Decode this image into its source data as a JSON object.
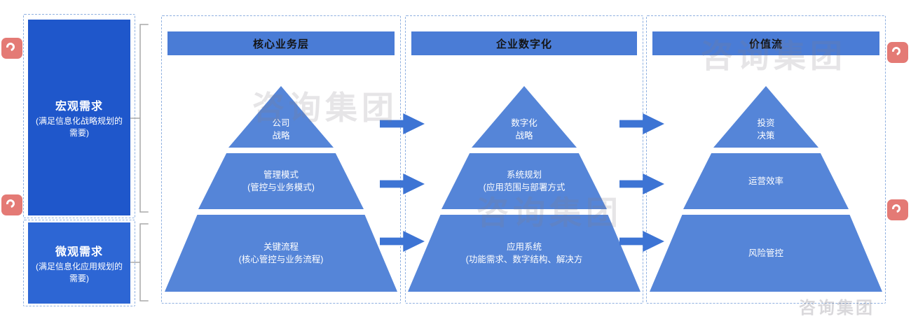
{
  "left_panel": {
    "macro": {
      "title": "宏观需求",
      "subtitle": "(满足信息化战略规划的需要)"
    },
    "micro": {
      "title": "微观需求",
      "subtitle": "(满足信息化应用规划的需要)"
    }
  },
  "columns": [
    {
      "header": "核心业务层",
      "tiers": [
        {
          "line1": "公司",
          "line2": "战略"
        },
        {
          "line1": "管理模式",
          "line2": "(管控与业务模式)"
        },
        {
          "line1": "关键流程",
          "line2": "(核心管控与业务流程)"
        }
      ]
    },
    {
      "header": "企业数字化",
      "tiers": [
        {
          "line1": "数字化",
          "line2": "战略"
        },
        {
          "line1": "系统规划",
          "line2": "(应用范围与部署方式"
        },
        {
          "line1": "应用系统",
          "line2": "(功能需求、数字结构、解决方"
        }
      ]
    },
    {
      "header": "价值流",
      "tiers": [
        {
          "line1": "投资",
          "line2": "决策"
        },
        {
          "line1": "运营效率",
          "line2": ""
        },
        {
          "line1": "风险管控",
          "line2": ""
        }
      ]
    }
  ],
  "watermark": {
    "text": "咨询集团"
  },
  "colors": {
    "macro_box": "#1f57cb",
    "micro_box": "#2d66d4",
    "header_bar": "#4a7cd6",
    "pyramid_tier": "#5585d8",
    "arrow": "#3d74d4",
    "dashed_border": "#8fb0e0",
    "stamp_red": "#d9423b"
  }
}
